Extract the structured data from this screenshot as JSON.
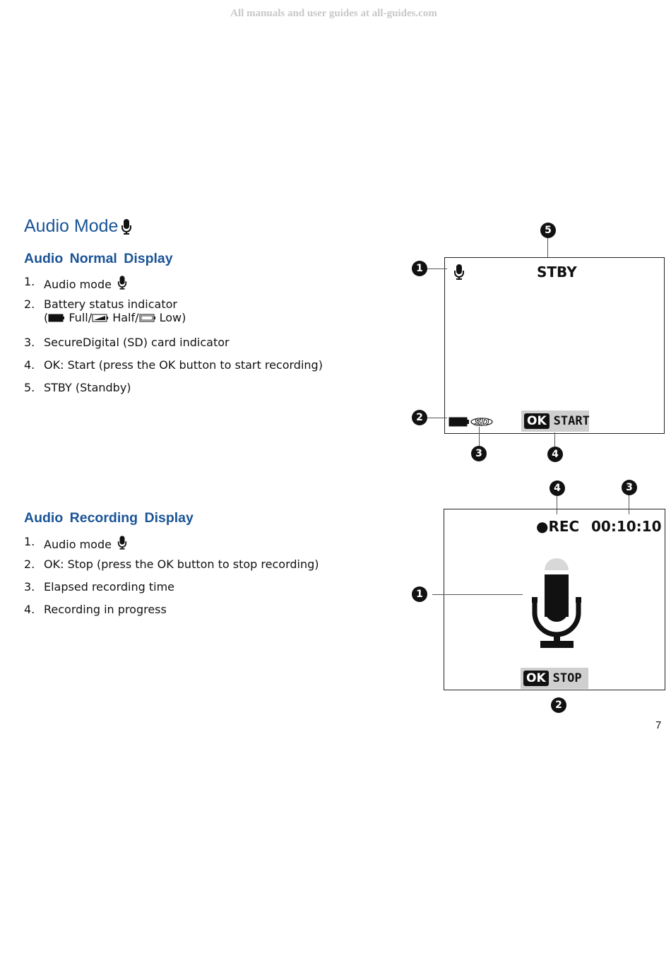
{
  "watermark": "All manuals and user guides at all-guides.com",
  "section": {
    "title": "Audio Mode",
    "title_icon": "microphone-icon"
  },
  "normal_display": {
    "heading": "Audio  Normal  Display",
    "items": [
      {
        "num": "1.",
        "text": "Audio mode"
      },
      {
        "num": "2.",
        "text": "Battery status indicator",
        "sub_open": "(",
        "full": "Full/",
        "half": "Half/",
        "low": "Low)"
      },
      {
        "num": "3.",
        "text": "SecureDigital (SD) card indicator"
      },
      {
        "num": "4.",
        "text": "OK: Start (press the OK button to start recording)"
      },
      {
        "num": "5.",
        "text": "STBY (Standby)"
      }
    ],
    "screen": {
      "status": "STBY",
      "ok_badge": "OK",
      "ok_label": "START",
      "callouts": [
        "1",
        "2",
        "3",
        "4",
        "5"
      ]
    }
  },
  "recording_display": {
    "heading": "Audio  Recording  Display",
    "items": [
      {
        "num": "1.",
        "text": "Audio mode"
      },
      {
        "num": "2.",
        "text": "OK: Stop (press the OK button to stop recording)"
      },
      {
        "num": "3.",
        "text": "Elapsed recording time"
      },
      {
        "num": "4.",
        "text": "Recording in progress"
      }
    ],
    "screen": {
      "rec_label": "●REC",
      "elapsed": "00:10:10",
      "ok_badge": "OK",
      "ok_label": "STOP",
      "callouts": [
        "1",
        "2",
        "3",
        "4"
      ]
    }
  },
  "page_number": "7"
}
